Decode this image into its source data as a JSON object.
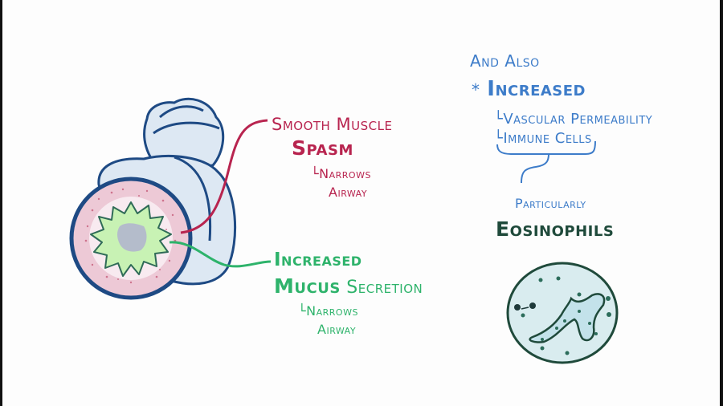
{
  "airway": {
    "callout_muscle": {
      "title_line1": "Smooth Muscle",
      "title_line2": "Spasm",
      "sub_prefix": "└",
      "sub_line1": "Narrows",
      "sub_line2": "Airway",
      "color": "#b8244f"
    },
    "callout_mucus": {
      "title_line1": "Increased",
      "title_word_bold": "Mucus",
      "title_word_rest": "Secretion",
      "sub_prefix": "└",
      "sub_line1": "Narrows",
      "sub_line2": "Airway",
      "color": "#2eb36b"
    }
  },
  "right_panel": {
    "intro": "And Also",
    "bullet": "*",
    "heading": "Increased",
    "item_prefix": "└",
    "items": [
      "Vascular Permeability",
      "Immune Cells"
    ],
    "particularly": "Particularly",
    "emphasis": "Eosinophils",
    "color": "#3d7cc9",
    "emphasis_color": "#1f4a3b"
  }
}
